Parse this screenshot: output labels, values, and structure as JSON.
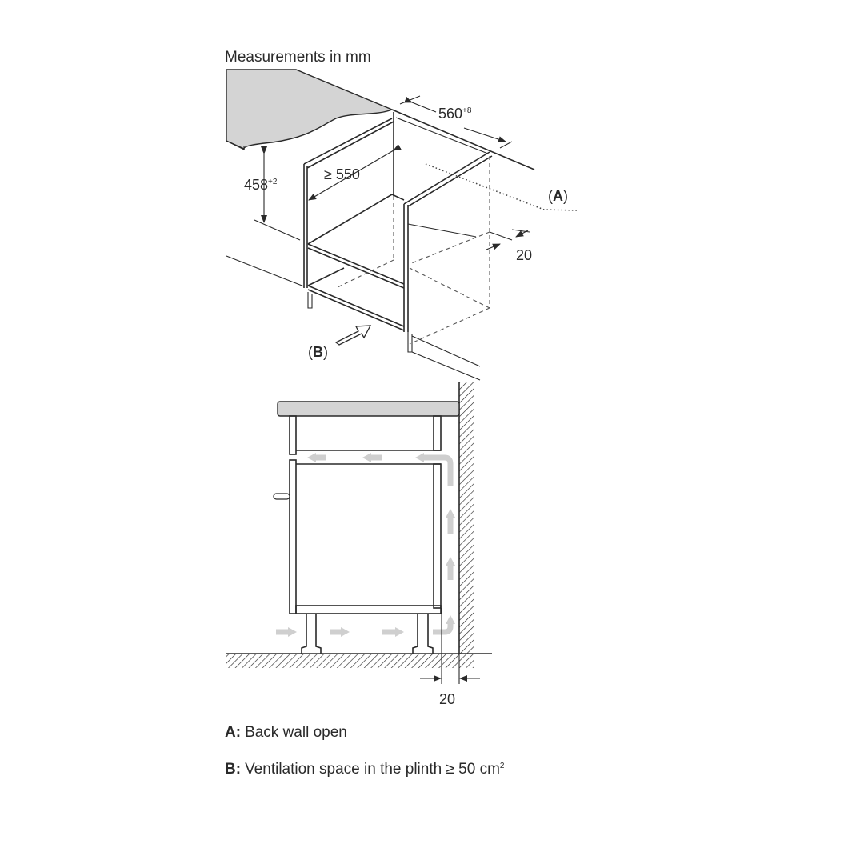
{
  "header": {
    "title": "Measurements in mm"
  },
  "top_diagram": {
    "dim_height": {
      "value": "458",
      "tolerance": "+2"
    },
    "dim_depth": {
      "value": "≥ 550"
    },
    "dim_width": {
      "value": "560",
      "tolerance": "+8"
    },
    "dim_gap": {
      "value": "20"
    },
    "label_a": {
      "open": "(",
      "letter": "A",
      "close": ")"
    },
    "label_b": {
      "open": "(",
      "letter": "B",
      "close": ")"
    }
  },
  "side_diagram": {
    "dim_gap": {
      "value": "20"
    }
  },
  "legend": [
    {
      "key": "A:",
      "text": "Back wall open"
    },
    {
      "key": "B:",
      "text": "Ventilation space in the plinth ≥ 50 cm",
      "sup": "2"
    }
  ],
  "colors": {
    "line": "#2a2a2a",
    "countertop": "#d4d4d4",
    "airflow": "#cfcfcf"
  }
}
